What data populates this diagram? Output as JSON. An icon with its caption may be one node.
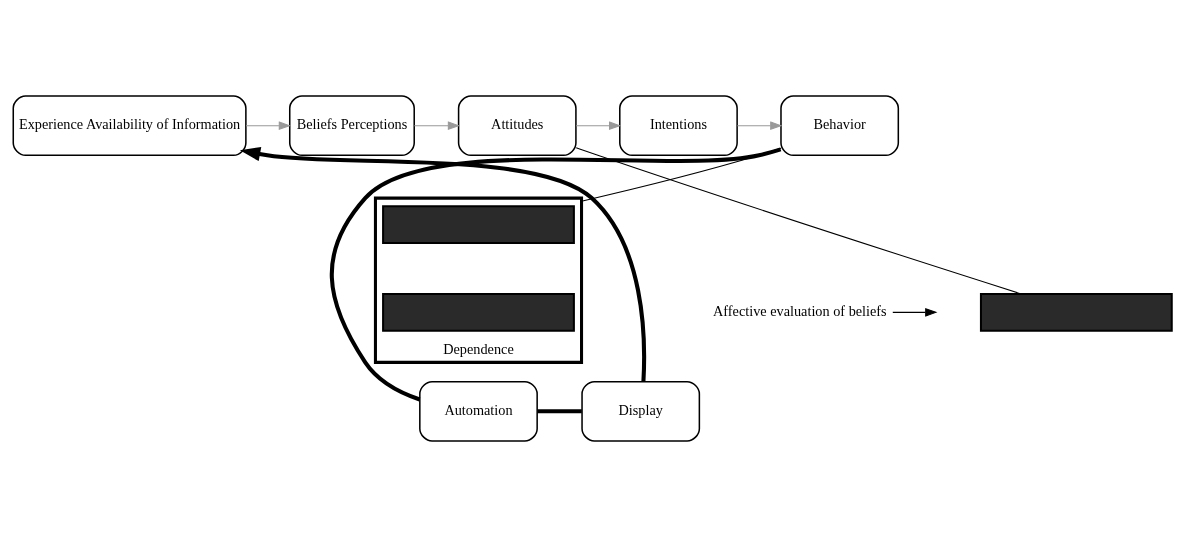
{
  "diagram": {
    "nodes": [
      {
        "text": [
          "Experience Availability of Information"
        ]
      },
      {
        "text": [
          "Beliefs Perceptions"
        ]
      },
      {
        "text": [
          "Attitudes"
        ]
      },
      {
        "text": [
          "Intentions"
        ]
      },
      {
        "text": [
          "Behavior"
        ]
      },
      {
        "text": [
          "Affective evaluation of beliefs"
        ]
      },
      {
        "text": [],
        "shape": "box"
      },
      {
        "text": [
          "Dependence"
        ]
      },
      {
        "text": [],
        "shape": "box",
        "in": 7
      },
      {
        "text": [],
        "shape": "box",
        "in": 7
      },
      {
        "text": [
          "Display"
        ]
      },
      {
        "text": [
          "Automation"
        ]
      }
    ],
    "edges": [
      {
        "from": 0,
        "to": 1,
        "arrow": "to",
        "color": "#999999"
      },
      {
        "from": 1,
        "to": 2,
        "arrow": "to",
        "color": "#999999"
      },
      {
        "from": 2,
        "to": 3,
        "arrow": "to",
        "color": "#999999"
      },
      {
        "from": 3,
        "to": 4,
        "arrow": "to",
        "color": "#999999"
      },
      {
        "from": 5,
        "to": null,
        "arrow": "to"
      },
      {
        "from": 2,
        "to": 6,
        "arrow": "none"
      },
      {
        "from": 4,
        "to": 7,
        "arrow": "none"
      },
      {
        "from": 4,
        "to": 11,
        "arrow": "none",
        "style": "thick"
      },
      {
        "from": 11,
        "to": 10,
        "arrow": "none",
        "style": "thick"
      },
      {
        "from": 10,
        "to": 0,
        "arrow": "to",
        "style": "thick"
      }
    ]
  }
}
